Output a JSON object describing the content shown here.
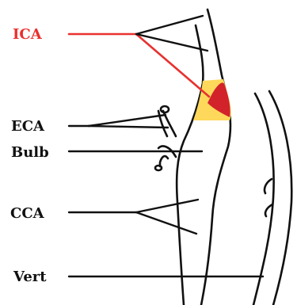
{
  "labels": {
    "ica": "ICA",
    "eca": "ECA",
    "bulb": "Bulb",
    "cca": "CCA",
    "vert": "Vert"
  },
  "colors": {
    "ica_highlight": "#e8312f",
    "plaque_yellow": "#fdd85a",
    "plaque_red": "#d2232a",
    "line": "#111111",
    "label_default": "#111111"
  }
}
